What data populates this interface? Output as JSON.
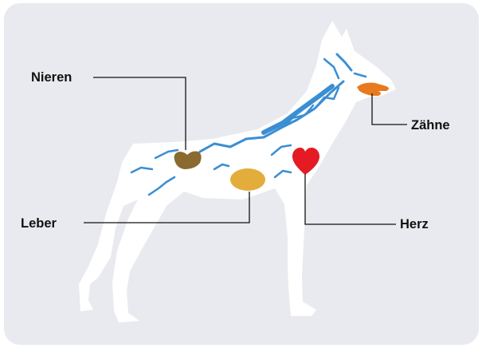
{
  "diagram": {
    "subject": "dog-silhouette",
    "labels": {
      "kidneys": "Nieren",
      "teeth": "Zähne",
      "liver": "Leber",
      "heart": "Herz"
    },
    "colors": {
      "background": "#e9eaef",
      "silhouette": "#ffffff",
      "vessels": "#3a8ed3",
      "leader_lines": "#111111",
      "kidneys": "#8a6a2e",
      "teeth": "#e87a1e",
      "liver": "#e2ad3b",
      "heart": "#e41b23"
    },
    "icons": [
      "kidneys-icon",
      "teeth-icon",
      "liver-icon",
      "heart-icon"
    ]
  }
}
